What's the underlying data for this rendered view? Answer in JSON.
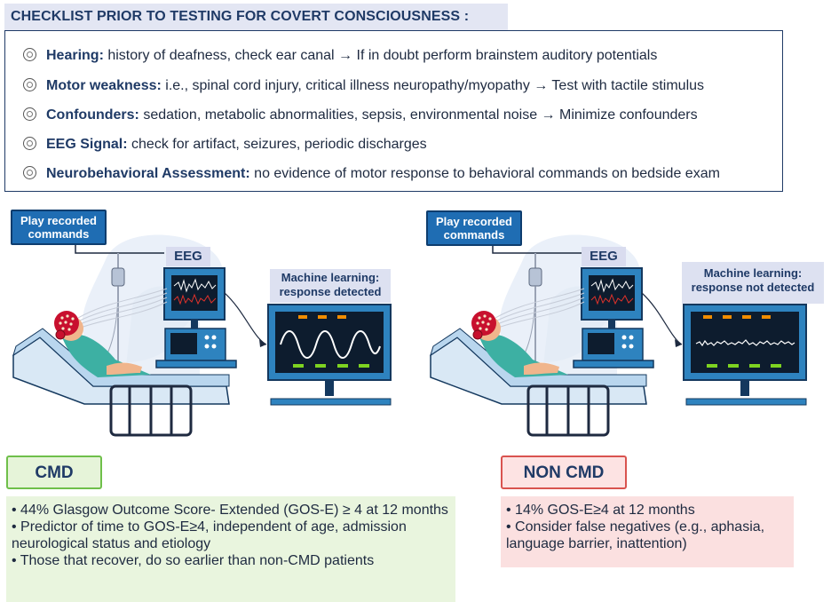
{
  "header": {
    "title": "CHECKLIST PRIOR TO TESTING FOR COVERT CONSCIOUSNESS :"
  },
  "checklist": [
    {
      "term": "Hearing:",
      "text": " history of deafness, check ear canal → If in doubt perform brainstem auditory potentials"
    },
    {
      "term": "Motor weakness:",
      "text": " i.e., spinal cord injury, critical illness neuropathy/myopathy → Test with tactile stimulus"
    },
    {
      "term": "Confounders:",
      "text": " sedation, metabolic abnormalities, sepsis, environmental noise → Minimize confounders"
    },
    {
      "term": "EEG Signal:",
      "text": " check for artifact, seizures, periodic discharges"
    },
    {
      "term": "Neurobehavioral Assessment:",
      "text": " no evidence of motor response to behavioral commands on bedside exam"
    }
  ],
  "left_scene": {
    "command_label_line1": "Play recorded",
    "command_label_line2": "commands",
    "eeg_label": "EEG",
    "ml_label_line1": "Machine learning:",
    "ml_label_line2": "response detected"
  },
  "right_scene": {
    "command_label_line1": "Play recorded",
    "command_label_line2": "commands",
    "eeg_label": "EEG",
    "ml_label_line1": "Machine learning:",
    "ml_label_line2": "response not detected"
  },
  "cmd": {
    "label": "CMD",
    "bullets": [
      "• 44% Glasgow Outcome Score- Extended (GOS-E) ≥ 4 at 12 months",
      "• Predictor of time to GOS-E≥4, independent of age, admission neurological status and etiology",
      "• Those that recover, do so earlier than non-CMD patients"
    ]
  },
  "non_cmd": {
    "label": "NON CMD",
    "bullets": [
      "• 14% GOS-E≥4 at 12 months",
      "• Consider false negatives (e.g., aphasia, language barrier, inattention)"
    ]
  },
  "colors": {
    "navy": "#1f3a66",
    "label_blue": "#1f6db3",
    "cmd_green_fill": "#e6f4d9",
    "cmd_green_border": "#6fbf4a",
    "noncmd_red_fill": "#fde3e3",
    "noncmd_red_border": "#d9534f",
    "outcome_green": "#e9f5de",
    "outcome_pink": "#fbe0e0",
    "signal_orange": "#f08c00",
    "signal_green": "#7ed321"
  }
}
